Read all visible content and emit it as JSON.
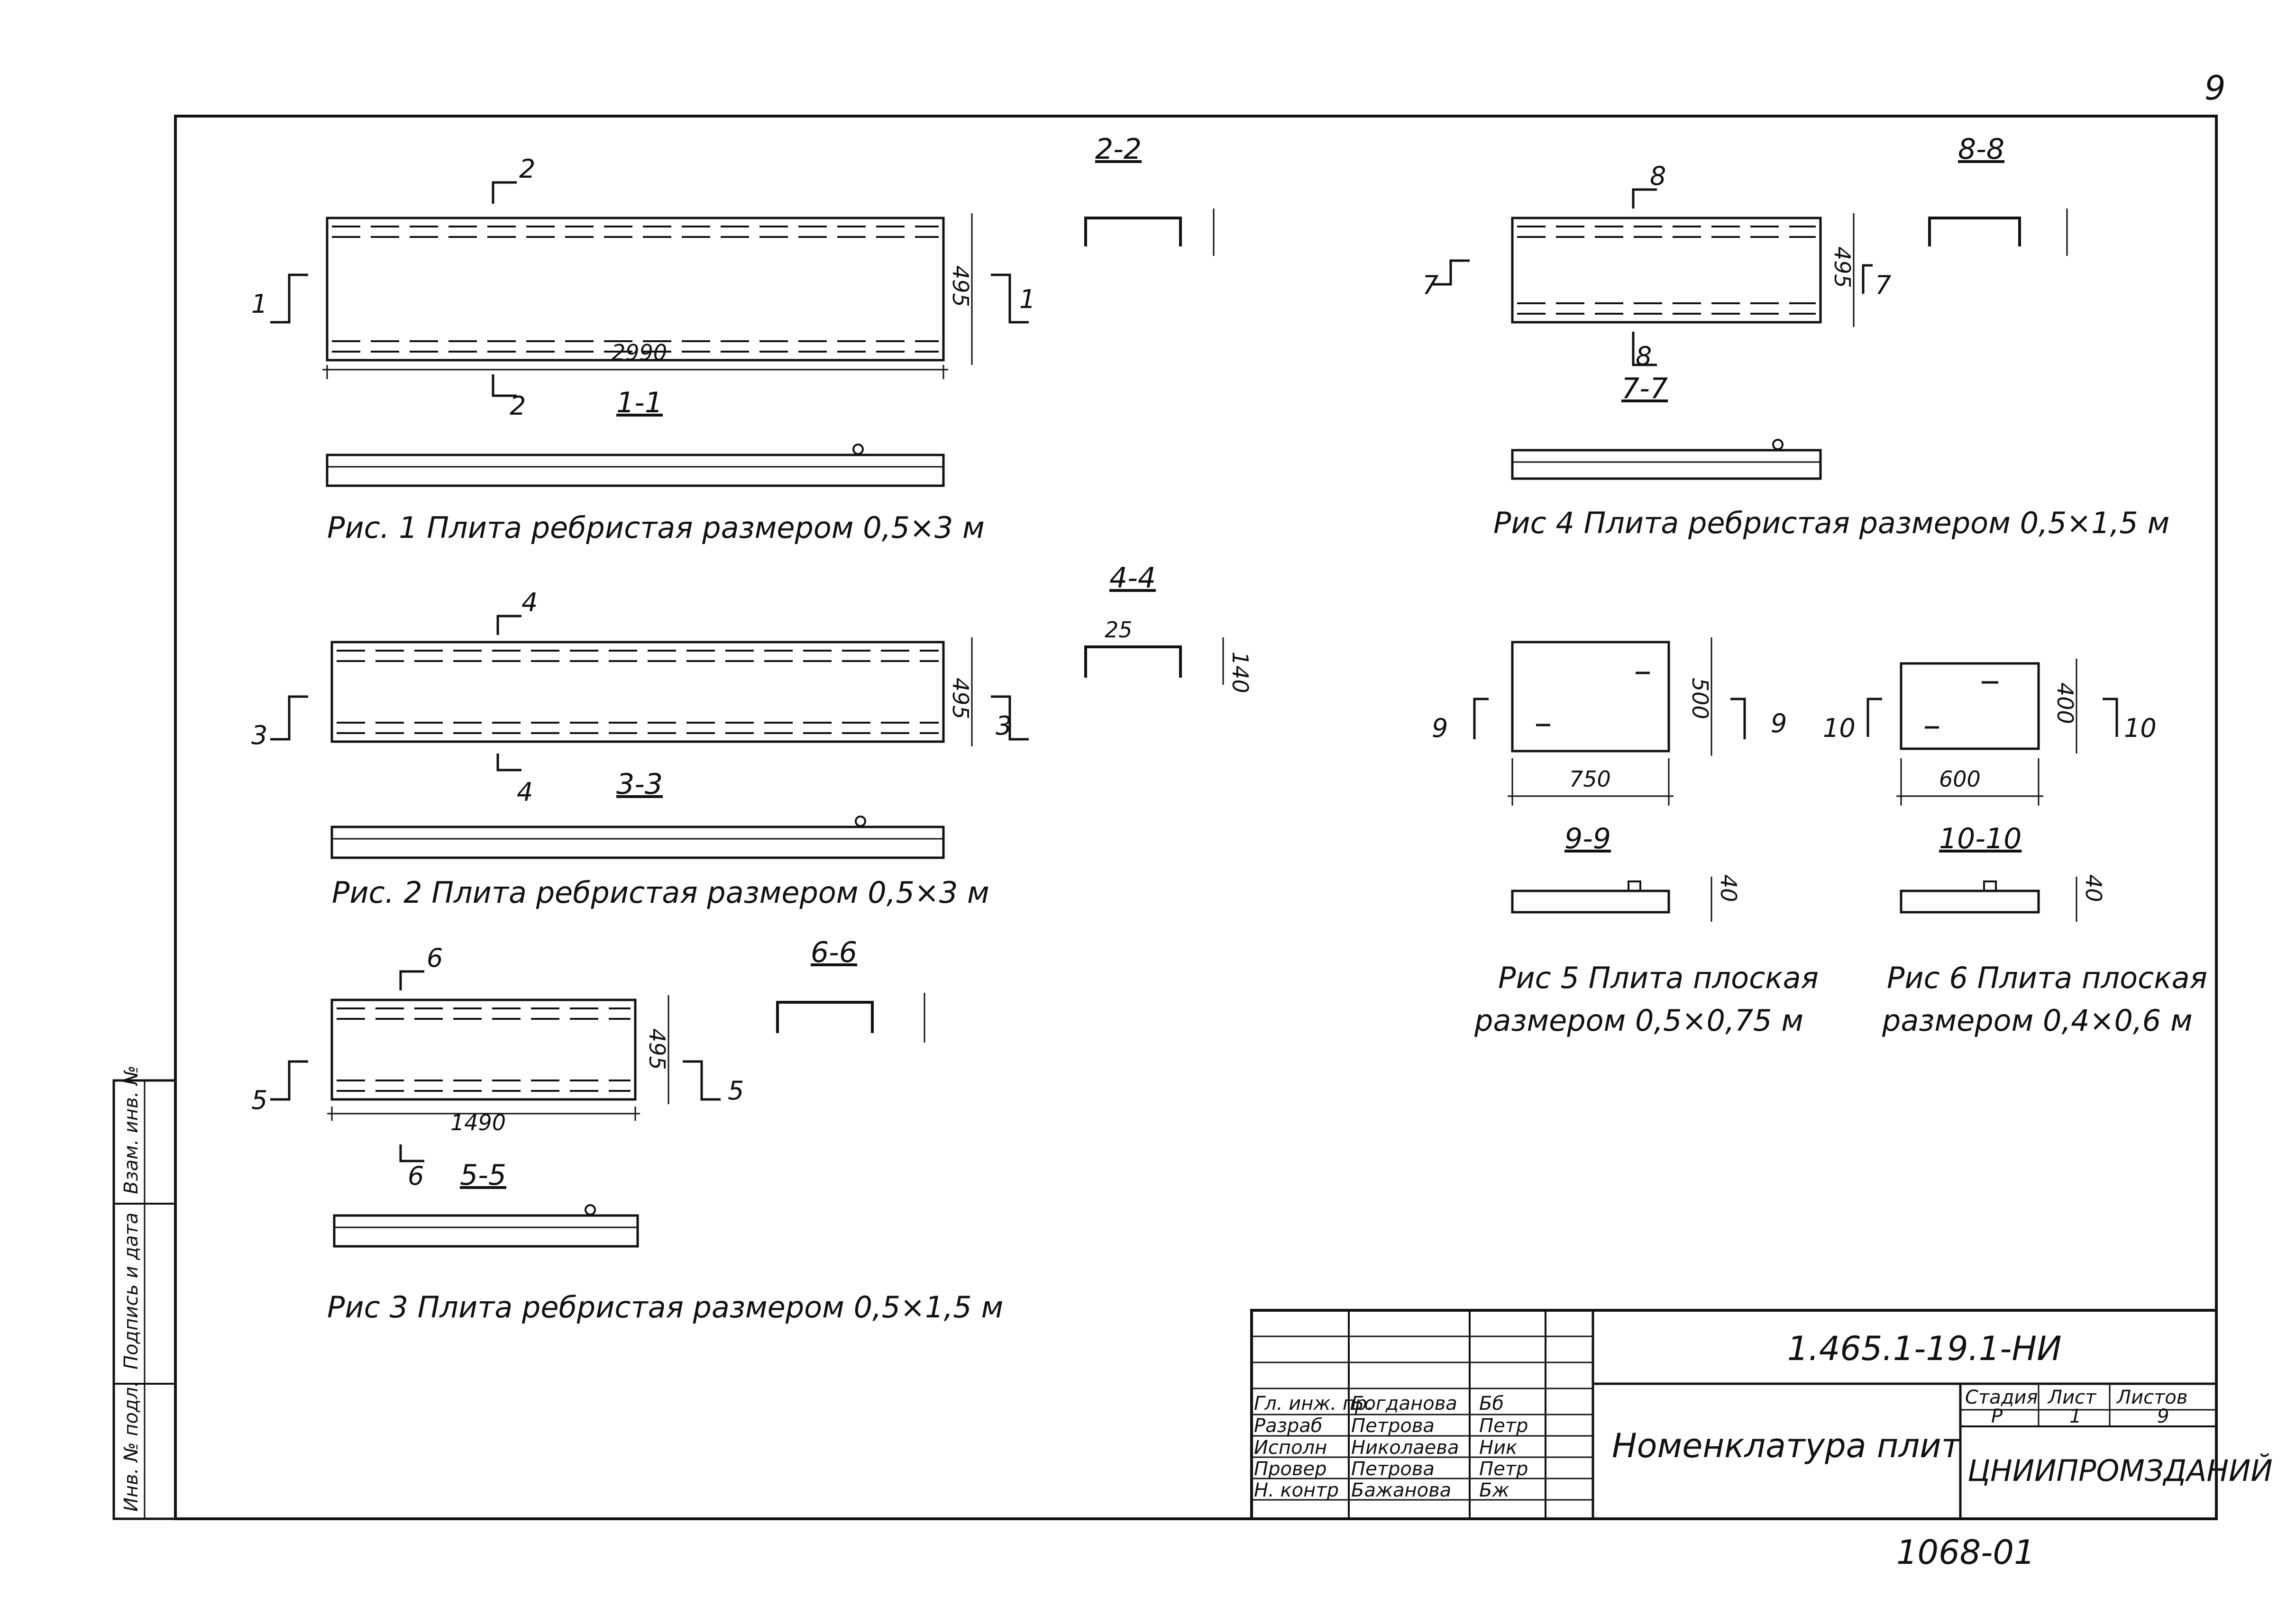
{
  "sheet": {
    "corner_number": "9",
    "bottom_code": "1068-01"
  },
  "figures": {
    "fig1": {
      "caption": "Рис. 1 Плита ребристая размером 0,5×3 м",
      "length": "2990",
      "height": "495",
      "cut_plan": "2",
      "cut_side": "1",
      "section_a": "2-2",
      "section_b": "1-1"
    },
    "fig2": {
      "caption": "Рис. 2 Плита ребристая размером 0,5×3 м",
      "height": "495",
      "cut_plan": "4",
      "cut_side": "3",
      "section_a": "4-4",
      "section_b": "3-3",
      "dim_a": "25",
      "dim_b": "140"
    },
    "fig3": {
      "caption": "Рис 3 Плита ребристая размером 0,5×1,5 м",
      "length": "1490",
      "height": "495",
      "cut_plan": "6",
      "cut_side": "5",
      "section_a": "6-6",
      "section_b": "5-5"
    },
    "fig4": {
      "caption": "Рис 4 Плита ребристая размером 0,5×1,5 м",
      "height": "495",
      "cut_plan": "8",
      "cut_side": "7",
      "section_a": "8-8",
      "section_b": "7-7"
    },
    "fig5": {
      "caption_line1": "Рис 5 Плита плоская",
      "caption_line2": "размером 0,5×0,75 м",
      "width": "750",
      "height": "500",
      "thickness": "40",
      "cut": "9",
      "section": "9-9"
    },
    "fig6": {
      "caption_line1": "Рис 6 Плита плоская",
      "caption_line2": "размером 0,4×0,6 м",
      "width": "600",
      "height": "400",
      "thickness": "40",
      "cut": "10",
      "section": "10-10"
    }
  },
  "margin_labels": [
    "Взам. инв. №",
    "Подпись и дата",
    "Инв. № подл."
  ],
  "title_block": {
    "document_code": "1.465.1-19.1-НИ",
    "title": "Номенклатура плит",
    "organization": "ЦНИИПРОМЗДАНИЙ",
    "headers": {
      "stage": "Стадия",
      "sheet": "Лист",
      "sheets": "Листов"
    },
    "values": {
      "stage": "Р",
      "sheet": "1",
      "sheets": "9"
    },
    "signatures": [
      {
        "role": "Гл. инж. пр.",
        "name": "Богданова",
        "sign": "Бб"
      },
      {
        "role": "Разраб",
        "name": "Петрова",
        "sign": "Петр"
      },
      {
        "role": "Исполн",
        "name": "Николаева",
        "sign": "Ник"
      },
      {
        "role": "Провер",
        "name": "Петрова",
        "sign": "Петр"
      },
      {
        "role": "Н. контр",
        "name": "Бажанова",
        "sign": "Бж"
      }
    ]
  }
}
